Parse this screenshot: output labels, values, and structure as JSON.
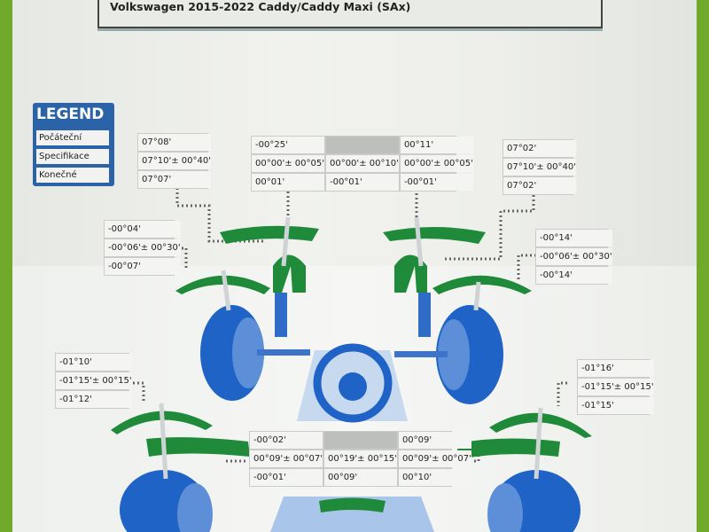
{
  "header": {
    "vehicle": "Volkswagen  2015-2022  Caddy/Caddy Maxi (SAx)"
  },
  "legend": {
    "title": "LEGEND",
    "items": [
      "Počáteční",
      "Specifikace",
      "Konečné"
    ]
  },
  "front": {
    "left_caster": [
      "07°08'",
      "07°10'± 00°40'",
      "07°07'"
    ],
    "right_caster": [
      "07°02'",
      "07°10'± 00°40'",
      "07°02'"
    ],
    "left_camber": [
      "-00°04'",
      "-00°06'± 00°30'",
      "-00°07'"
    ],
    "right_camber": [
      "-00°14'",
      "-00°06'± 00°30'",
      "-00°14'"
    ],
    "toe": {
      "left": [
        "-00°25'",
        "00°00'± 00°05'",
        "00°01'"
      ],
      "total": [
        "",
        "00°00'± 00°10'",
        "-00°01'"
      ],
      "right": [
        "00°11'",
        "00°00'± 00°05'",
        "-00°01'"
      ]
    }
  },
  "rear": {
    "left_camber": [
      "-01°10'",
      "-01°15'± 00°15'",
      "-01°12'"
    ],
    "right_camber": [
      "-01°16'",
      "-01°15'± 00°15'",
      "-01°15'"
    ],
    "toe": {
      "left": [
        "-00°02'",
        "00°09'± 00°07'",
        "-00°01'"
      ],
      "total": [
        "",
        "00°19'± 00°15'",
        "00°09'"
      ],
      "right": [
        "00°09'",
        "00°09'± 00°07'",
        "00°10'"
      ]
    }
  },
  "colors": {
    "wheel": "#1f63c6",
    "gauge": "#1f8a3a",
    "legend": "#2a63a8"
  }
}
